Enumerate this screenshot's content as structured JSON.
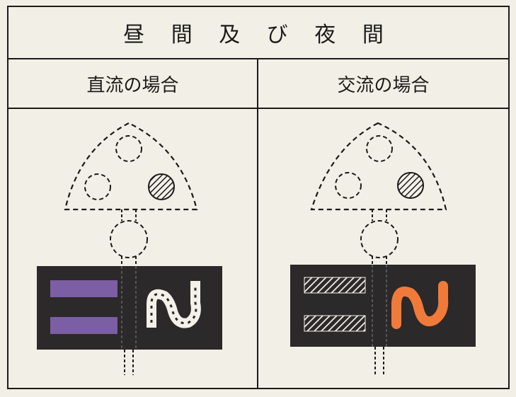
{
  "title": "昼 間 及 び 夜 間",
  "columns": [
    {
      "label": "直流の場合"
    },
    {
      "label": "交流の場合"
    }
  ],
  "colors": {
    "frame": "#1b1b1b",
    "panel": "#2b2929",
    "dc_bar": "#7b5ea3",
    "ac_wave": "#f07a3a",
    "paper": "#f2efe6"
  },
  "icons": {
    "dc_bars": "equals-bars-icon",
    "dc_wave": "tilde-wave-icon",
    "ac_bars": "hatched-bars-icon",
    "ac_wave": "orange-wave-icon"
  }
}
